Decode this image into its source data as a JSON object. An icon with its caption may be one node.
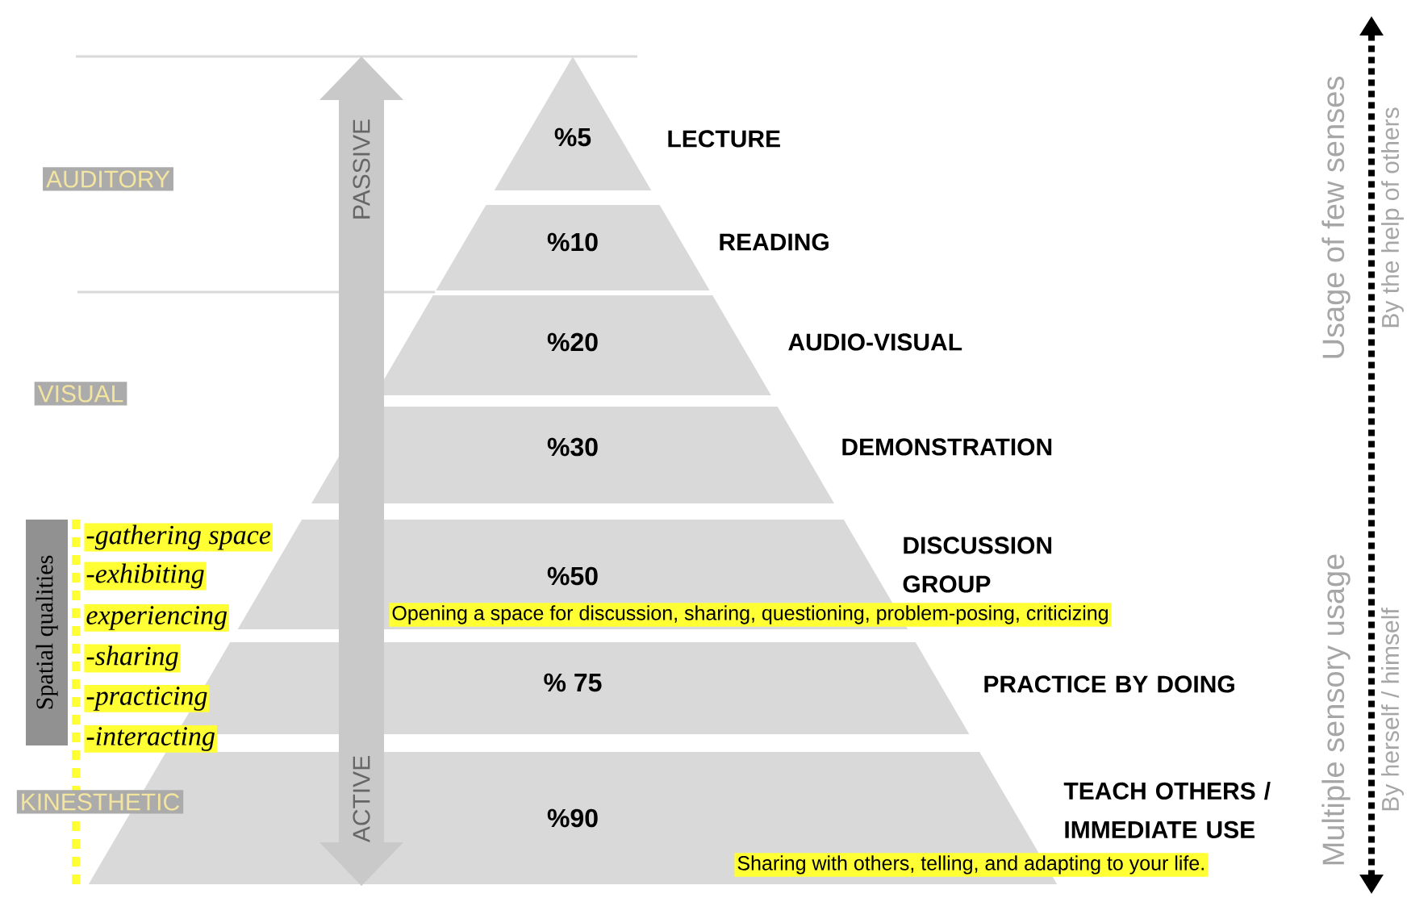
{
  "diagram": {
    "nodes": [
      {
        "text": [
          "%5"
        ],
        "beside": [
          "LECTURE"
        ]
      },
      {
        "text": [
          "%10"
        ],
        "beside": [
          "READING"
        ]
      },
      {
        "text": [
          "%20"
        ],
        "beside": [
          "AUDIO-VISUAL"
        ]
      },
      {
        "text": [
          "%30"
        ],
        "beside": [
          "DEMONSTRATION"
        ]
      },
      {
        "text": [
          "%50",
          "Opening a space for discussion, sharing, questioning, problem-posing, criticizing"
        ],
        "beside": [
          "DISCUSSION GROUP"
        ]
      },
      {
        "text": [
          "% 75"
        ],
        "beside": [
          "PRACTICE BY DOING"
        ]
      },
      {
        "text": [
          "%90",
          "Sharing with others, telling, and adapting to your life."
        ],
        "beside": [
          "TEACH OTHERS / IMMEDIATE USE"
        ]
      }
    ],
    "labels": [
      "AUDITORY",
      "VISUAL",
      "Spatial qualities",
      "-gathering space",
      "-exhibiting",
      "experiencing",
      "-sharing",
      "-practicing",
      "-interacting",
      "KINESTHETIC",
      "PASSIVE",
      "ACTIVE",
      "Usage of few senses",
      "Multiple sensory usage",
      "By the help of others",
      "By herself / himself"
    ]
  }
}
